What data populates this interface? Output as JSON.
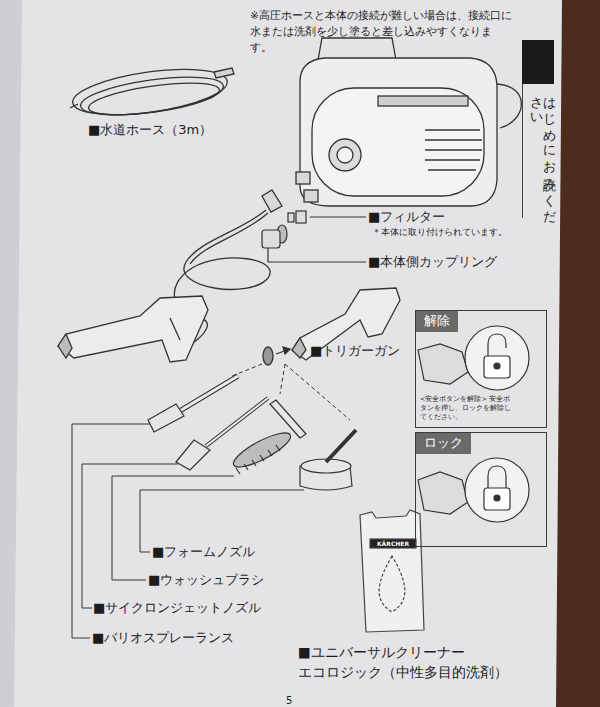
{
  "diagram": {
    "nodes": [
      {
        "text": [
          "はじめにお読みください"
        ]
      },
      {
        "text": [
          "解除",
          "<安全ボタンを解除> 安全ボタンを押し、ロックを解除してください。"
        ]
      },
      {
        "text": [
          "ロック"
        ]
      }
    ],
    "labels": [
      "※高圧ホースと本体の接続が難しい場合は、接続口に水または洗剤を少し塗ると差し込みやすくなります。",
      "■水道ホース（3m）",
      "■フィルター",
      "＊本体に取り付けられています。",
      "■本体側カップリング",
      "■トリガーガン",
      "■フォームノズル",
      "■ウォッシュブラシ",
      "■サイクロンジェットノズル",
      "■バリオスプレーランス",
      "■ユニバーサルクリーナー エコロジック（中性多目的洗剤）",
      "KÄRCHER",
      "5"
    ]
  }
}
